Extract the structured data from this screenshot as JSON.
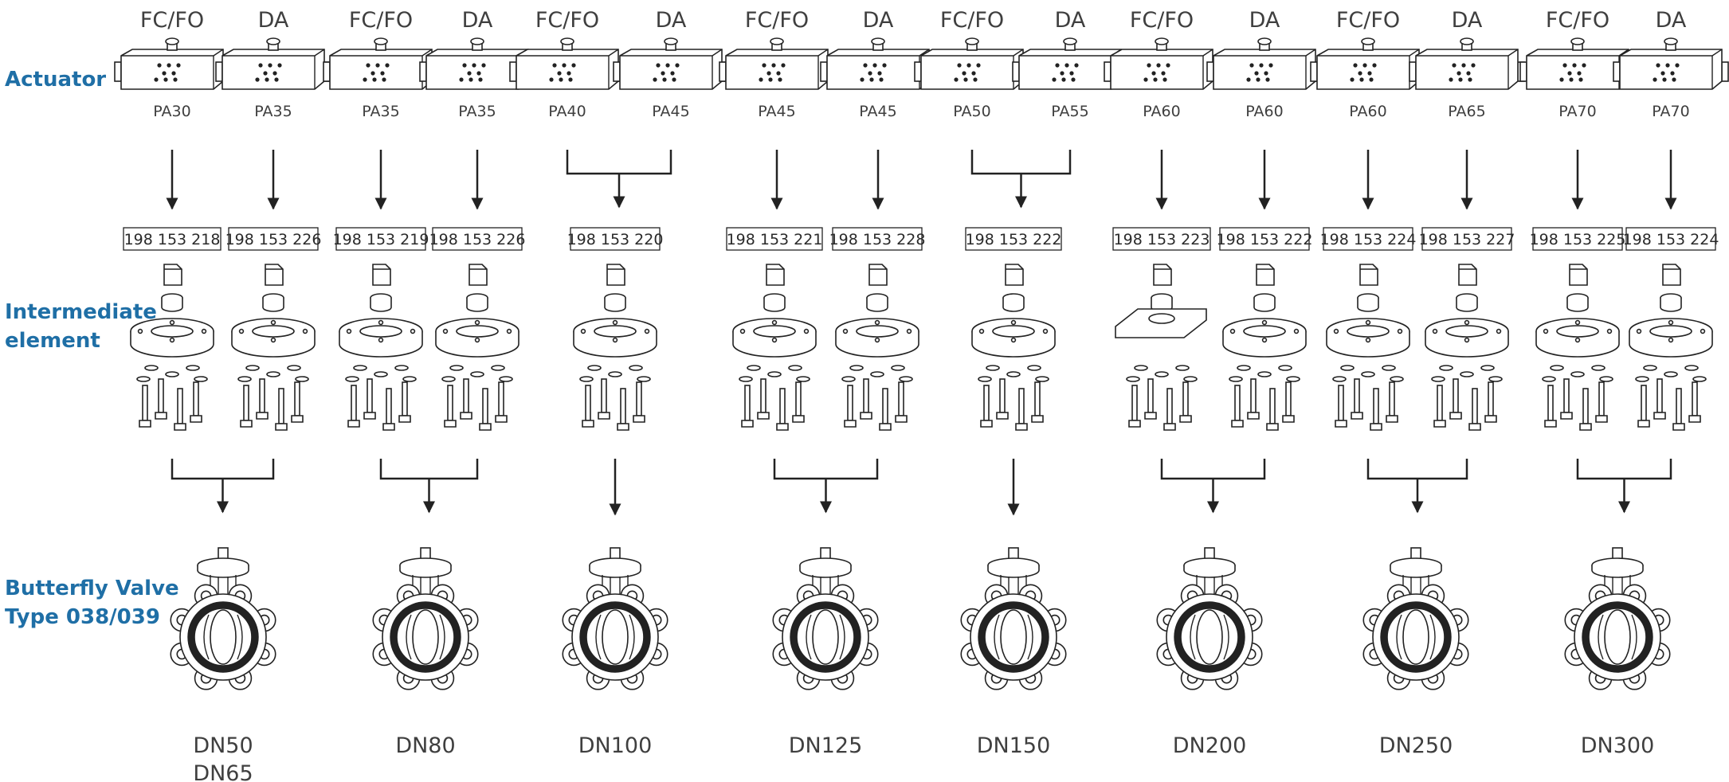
{
  "row_labels": {
    "actuator": "Actuator",
    "intermediate_line1": "Intermediate",
    "intermediate_line2": "element",
    "valve_line1": "Butterfly Valve",
    "valve_line2": "Type 038/039"
  },
  "actuators": [
    {
      "mode": "FC/FO",
      "model": "PA30"
    },
    {
      "mode": "DA",
      "model": "PA35"
    },
    {
      "mode": "FC/FO",
      "model": "PA35"
    },
    {
      "mode": "DA",
      "model": "PA35"
    },
    {
      "mode": "FC/FO",
      "model": "PA40"
    },
    {
      "mode": "DA",
      "model": "PA45"
    },
    {
      "mode": "FC/FO",
      "model": "PA45"
    },
    {
      "mode": "DA",
      "model": "PA45"
    },
    {
      "mode": "FC/FO",
      "model": "PA50"
    },
    {
      "mode": "DA",
      "model": "PA55"
    },
    {
      "mode": "FC/FO",
      "model": "PA60"
    },
    {
      "mode": "DA",
      "model": "PA60"
    },
    {
      "mode": "FC/FO",
      "model": "PA60"
    },
    {
      "mode": "DA",
      "model": "PA65"
    },
    {
      "mode": "FC/FO",
      "model": "PA70"
    },
    {
      "mode": "DA",
      "model": "PA70"
    }
  ],
  "intermediate_parts": [
    "198 153 218",
    "198 153 226",
    "198 153 219",
    "198 153 226",
    "198 153 220",
    "198 153 221",
    "198 153 228",
    "198 153 222",
    "198 153 223",
    "198 153 222",
    "198 153 224",
    "198 153 227",
    "198 153 225",
    "198 153 224"
  ],
  "valves": [
    {
      "lines": [
        "DN50",
        "DN65"
      ]
    },
    {
      "lines": [
        "DN80"
      ]
    },
    {
      "lines": [
        "DN100"
      ]
    },
    {
      "lines": [
        "DN125"
      ]
    },
    {
      "lines": [
        "DN150"
      ]
    },
    {
      "lines": [
        "DN200"
      ]
    },
    {
      "lines": [
        "DN250"
      ]
    },
    {
      "lines": [
        "DN300"
      ]
    }
  ]
}
